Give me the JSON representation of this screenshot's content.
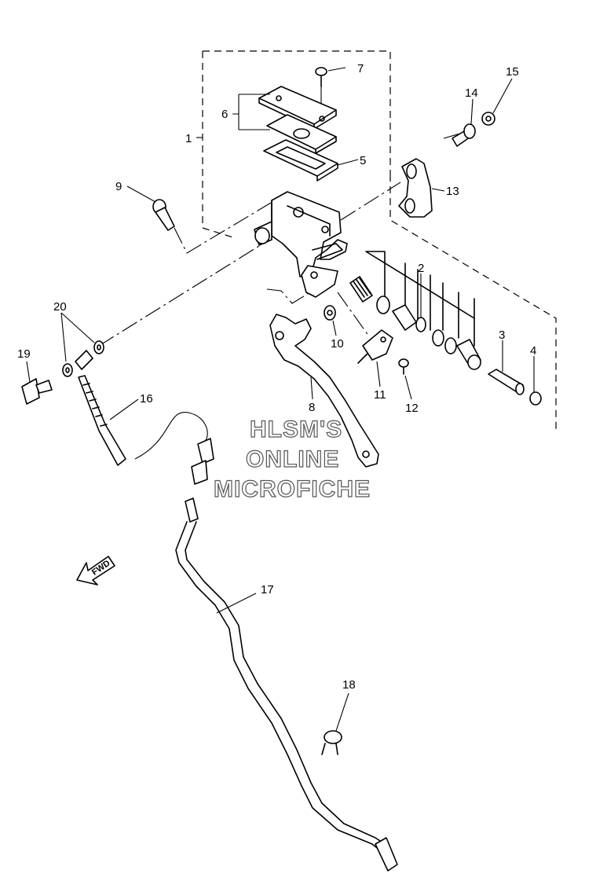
{
  "parts": [
    {
      "id": "1",
      "label": "1"
    },
    {
      "id": "2",
      "label": "2"
    },
    {
      "id": "3",
      "label": "3"
    },
    {
      "id": "4",
      "label": "4"
    },
    {
      "id": "5",
      "label": "5"
    },
    {
      "id": "6",
      "label": "6"
    },
    {
      "id": "7",
      "label": "7"
    },
    {
      "id": "8",
      "label": "8"
    },
    {
      "id": "9",
      "label": "9"
    },
    {
      "id": "10",
      "label": "10"
    },
    {
      "id": "11",
      "label": "11"
    },
    {
      "id": "12",
      "label": "12"
    },
    {
      "id": "13",
      "label": "13"
    },
    {
      "id": "14",
      "label": "14"
    },
    {
      "id": "15",
      "label": "15"
    },
    {
      "id": "16",
      "label": "16"
    },
    {
      "id": "17",
      "label": "17"
    },
    {
      "id": "18",
      "label": "18"
    },
    {
      "id": "19",
      "label": "19"
    },
    {
      "id": "20",
      "label": "20"
    }
  ],
  "watermark": {
    "line1": "HLSM'S",
    "line2": "ONLINE",
    "line3": "MICROFICHE"
  },
  "direction_arrow": {
    "label": "FWD",
    "icon": "fwd-arrow-icon"
  }
}
